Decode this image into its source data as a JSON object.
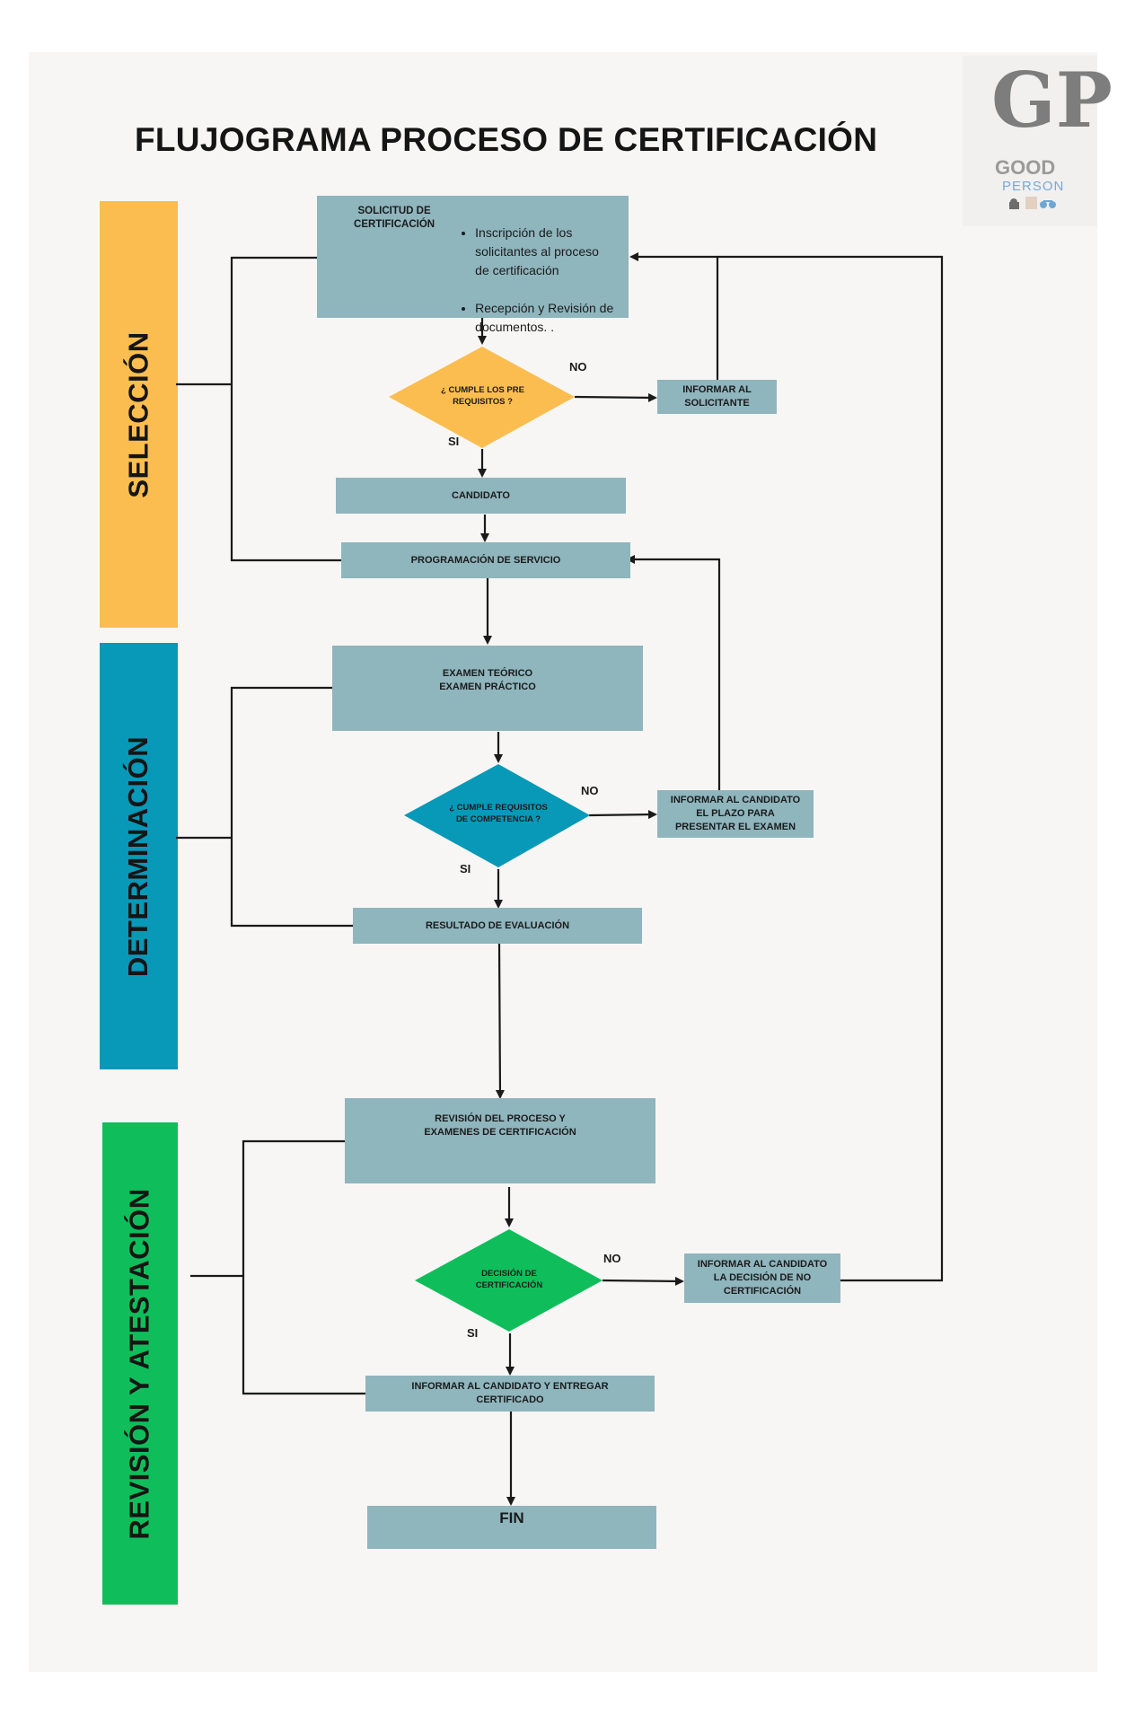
{
  "title": "FLUJOGRAMA PROCESO DE CERTIFICACIÓN",
  "logo": {
    "letters": "GP",
    "word1": "GOOD",
    "word2": "PERSON"
  },
  "stages": [
    {
      "label": "SELECCIÓN",
      "color": "#fbbd4f"
    },
    {
      "label": "DETERMINACIÓN",
      "color": "#0898b8"
    },
    {
      "label": "REVISIÓN Y ATESTACIÓN",
      "color": "#0fbe5b"
    }
  ],
  "nodes": {
    "solicitud": {
      "title": "SOLICITUD DE CERTIFICACIÓN",
      "items": [
        "Inscripción de los solicitantes al proceso de certificación",
        "Recepción y Revisión de documentos. ."
      ]
    },
    "cumple_pre": "¿ CUMPLE LOS PRE\nREQUISITOS ?",
    "informar_solicitante": "INFORMAR AL\nSOLICITANTE",
    "candidato": "CANDIDATO",
    "programacion": "PROGRAMACIÓN DE SERVICIO",
    "examen": "EXAMEN TEÓRICO\nEXAMEN PRÁCTICO",
    "cumple_comp": "¿ CUMPLE  REQUISITOS\nDE COMPETENCIA ?",
    "informar_plazo": "INFORMAR AL CANDIDATO\nEL PLAZO PARA\nPRESENTAR EL EXAMEN",
    "resultado": "RESULTADO DE EVALUACIÓN",
    "revision": "REVISIÓN DEL PROCESO Y\nEXAMENES DE CERTIFICACIÓN",
    "decision": "DECISIÓN DE\nCERTIFICACIÓN",
    "informar_no_cert": "INFORMAR AL CANDIDATO\nLA DECISIÓN DE NO\nCERTIFICACIÓN",
    "entregar": "INFORMAR AL CANDIDATO Y ENTREGAR\nCERTIFICADO",
    "fin": "FIN"
  },
  "edge_labels": {
    "no": "NO",
    "si": "SI"
  },
  "colors": {
    "box": "#8fb5bd",
    "diamond1": "#fbbd4f",
    "diamond2": "#0898b8",
    "diamond3": "#0fbe5b",
    "line": "#1a1a1a"
  }
}
